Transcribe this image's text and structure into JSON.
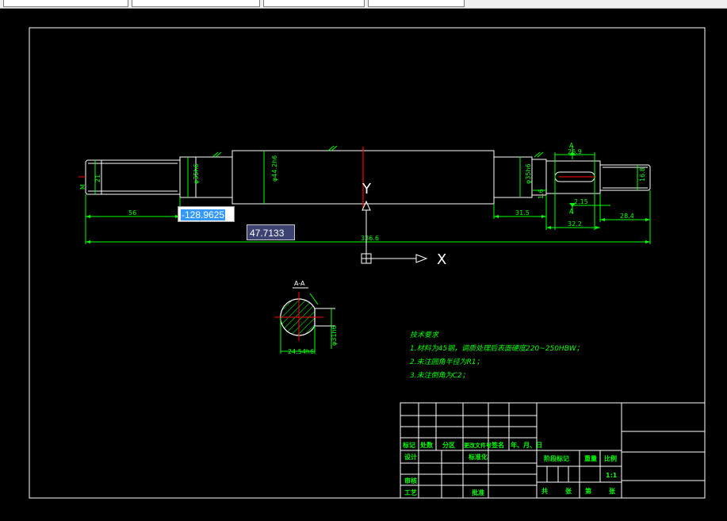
{
  "toolbar": {
    "fields": [
      "",
      "",
      "",
      ""
    ]
  },
  "colors": {
    "background": "#000000",
    "frame": "#ffffff",
    "geometry": "#ffffff",
    "dimension": "#00ff00",
    "center_line": "#ff0000",
    "notes": "#00ff00",
    "title_block_text": "#00ff00",
    "ucs_icon": "#ffffff"
  },
  "dynamic_input": {
    "x_value": "-128.9625",
    "y_value": "47.7133"
  },
  "ucs": {
    "x_label": "X",
    "y_label": "Y"
  },
  "dimensions": {
    "surface_finish": "✓",
    "thread_end": "M",
    "d_21": "21",
    "d_35_left": "φ35h6",
    "d_44": "φ44.2h6",
    "d_35_right": "φ35h6",
    "d_16": "16.8",
    "key_26": "26.9",
    "key_215": "2.15",
    "key_322": "32.2",
    "len_56": "56",
    "len_315": "31.5",
    "len_284": "28.4",
    "len_total": "336.6",
    "dim_19": "1.6",
    "section_width": "24.54h6",
    "section_dia": "φ31h6",
    "section_a": "A",
    "section_a2": "A"
  },
  "section_view": {
    "label": "A-A"
  },
  "tech_notes": {
    "title": "技术要求",
    "line1": "1.材料为45钢，调质处理后表面硬度220~250HBW；",
    "line2": "2.未注圆角半径为R1；",
    "line3": "3.未注倒角为C2；"
  },
  "title_block": {
    "mark": "标记",
    "count": "处数",
    "zone": "分区",
    "change_doc": "更改文件号",
    "signature": "签名",
    "date": "年、月、日",
    "design": "设计",
    "standardize": "标准化",
    "stage_mark": "阶段标记",
    "weight": "重量",
    "scale_label": "比例",
    "scale_value": "1:1",
    "review": "审核",
    "process": "工艺",
    "approve": "批准",
    "total": "共",
    "sheets": "张",
    "sheet_no": "第",
    "sheet_unit": "张"
  }
}
